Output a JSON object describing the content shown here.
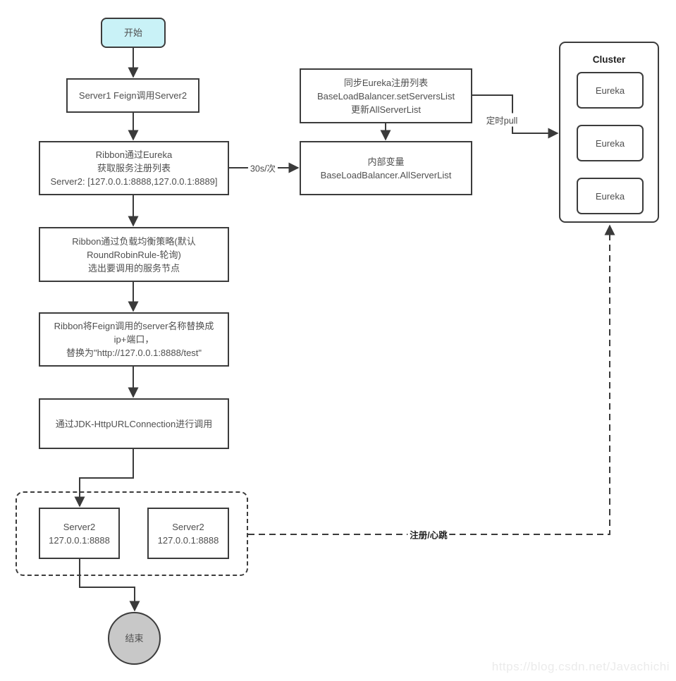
{
  "nodes": {
    "start": "开始",
    "step1": "Server1 Feign调用Server2",
    "step2": "Ribbon通过Eureka\n获取服务注册列表\nServer2: [127.0.0.1:8888,127.0.0.1:8889]",
    "step3": "Ribbon通过负载均衡策略(默认\nRoundRobinRule-轮询)\n选出要调用的服务节点",
    "step4": "Ribbon将Feign调用的server名称替换成\nip+端口，\n替换为\"http://127.0.0.1:8888/test\"",
    "step5": "通过JDK-HttpURLConnection进行调用",
    "sync_box": "同步Eureka注册列表\nBaseLoadBalancer.setServersList\n更新AllServerList",
    "internal_box": "内部变量\nBaseLoadBalancer.AllServerList",
    "cluster_title": "Cluster",
    "eureka": "Eureka",
    "server2_left": "Server2\n127.0.0.1:8888",
    "server2_right": "Server2\n127.0.0.1:8888",
    "end": "结束"
  },
  "edge_labels": {
    "interval": "30s/次",
    "timed_pull": "定时pull",
    "register_heartbeat": "注册/心跳"
  },
  "watermark": "https://blog.csdn.net/Javachichi",
  "colors": {
    "start_fill": "#c9f2f7",
    "end_fill": "#c8c8c8",
    "node_border": "#3c3c3c",
    "line": "#3a3a3a",
    "text": "#4f4f4f",
    "watermark_text": "#ebebeb",
    "background": "#ffffff"
  }
}
